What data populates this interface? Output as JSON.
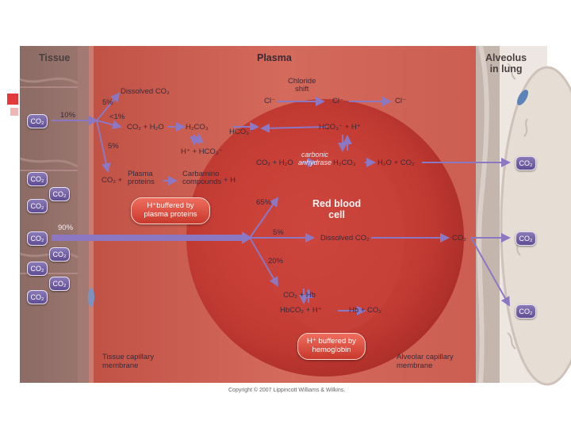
{
  "headers": {
    "tissue": "Tissue",
    "plasma": "Plasma",
    "alveolus": "Alveolus\nin lung"
  },
  "center": {
    "chloride_shift": "Chloride\nshift",
    "cl": [
      "Cl⁻",
      "Cl⁻",
      "Cl⁻"
    ],
    "dissolved_co2": "Dissolved CO₂",
    "pct_5_top": "5%",
    "pct_10": "10%",
    "pct_lt1": "<1%",
    "pct_5_mid": "5%",
    "pct_65": "65%",
    "pct_90": "90%",
    "pct_5_rbc": "5%",
    "pct_20": "20%",
    "eq_co2_h2o": "CO₂ + H₂O",
    "h2co3": "H₂CO₃",
    "h_hco3": "H⁺ + HCO₃⁻",
    "hco3_plasma": "HCO₃⁻",
    "hco3_h_rbc": "HCO₃⁻ + H⁺",
    "co2_h2o_rbc": "CO₂ + H₂O",
    "carbonic": "carbonic\nanhydrase",
    "h2co3_rbc": "H₂CO₃",
    "h2o_co2_rbc": "H₂O + CO₂",
    "co2_plus": "CO₂ +",
    "plasma_proteins": "Plasma\nproteins",
    "carbamino": "Carbamino\ncompounds",
    "plus_h": "+ H",
    "rbc_label": "Red blood\ncell",
    "dissolved_co2_rbc": "Dissolved CO₂",
    "co2_right": "CO₂",
    "co2_hb": "CO₂ + Hb",
    "hbco2_h": "HbCO₂ + H⁺",
    "hb_co2": "Hb + CO₂"
  },
  "pills": {
    "plasma_buffer": "H⁺buffered by\nplasma proteins",
    "hb_buffer": "H⁺ buffered by\nhemoglobin"
  },
  "membranes": {
    "tissue": "Tissue capillary\nmembrane",
    "alveolar": "Alveolar capillary\nmembrane"
  },
  "chips": {
    "left": [
      "CO₂",
      "CO₂",
      "CO₂",
      "CO₂",
      "CO₂",
      "CO₂",
      "CO₂",
      "CO₂",
      "CO₂"
    ],
    "right": [
      "CO₂",
      "CO₂",
      "CO₂"
    ]
  },
  "copyright": "Copyright © 2007 Lippincott Williams & Wilkins.",
  "colors": {
    "arrow": "#8b77c2",
    "plasma": "#c75a4c",
    "tissue": "#8a6a63",
    "rbc": "#c9463d",
    "alveolus": "#efe8e2"
  }
}
